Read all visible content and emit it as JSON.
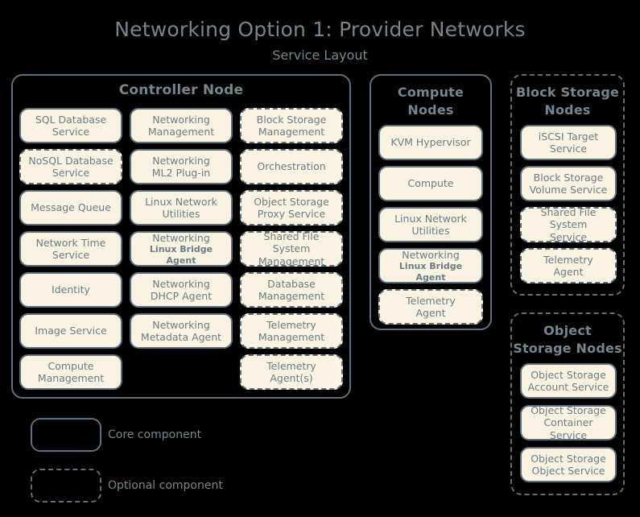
{
  "header": {
    "title": "Networking Option 1: Provider Networks",
    "subtitle": "Service Layout"
  },
  "colors": {
    "background": "#000000",
    "box_fill": "#fbf3e2",
    "stroke": "#5d707b",
    "text": "#6a7d88",
    "heading_text": "#76868f"
  },
  "panels": {
    "controller": {
      "title": "Controller Node",
      "style": "core",
      "columns": [
        {
          "items": [
            {
              "line1": "SQL Database",
              "line2": "Service",
              "style": "core"
            },
            {
              "line1": "NoSQL Database",
              "line2": "Service",
              "style": "optional"
            },
            {
              "line1": "Message Queue",
              "line2": "",
              "style": "core"
            },
            {
              "line1": "Network Time",
              "line2": "Service",
              "style": "core"
            },
            {
              "line1": "Identity",
              "line2": "",
              "style": "core"
            },
            {
              "line1": "Image Service",
              "line2": "",
              "style": "core"
            },
            {
              "line1": "Compute",
              "line2": "Management",
              "style": "core"
            }
          ]
        },
        {
          "items": [
            {
              "line1": "Networking",
              "line2": "Management",
              "style": "core"
            },
            {
              "line1": "Networking",
              "line2": "ML2 Plug-in",
              "style": "core"
            },
            {
              "line1": "Linux Network",
              "line2": "Utilities",
              "style": "core"
            },
            {
              "line1": "Networking",
              "line2": "Linux Bridge Agent",
              "style": "core",
              "small_second_line": true
            },
            {
              "line1": "Networking",
              "line2": "DHCP Agent",
              "style": "core"
            },
            {
              "line1": "Networking",
              "line2": "Metadata Agent",
              "style": "core"
            }
          ]
        },
        {
          "items": [
            {
              "line1": "Block Storage",
              "line2": "Management",
              "style": "optional"
            },
            {
              "line1": "Orchestration",
              "line2": "",
              "style": "optional"
            },
            {
              "line1": "Object Storage",
              "line2": "Proxy Service",
              "style": "optional"
            },
            {
              "line1": "Shared File System",
              "line2": "Management",
              "style": "optional"
            },
            {
              "line1": "Database",
              "line2": "Management",
              "style": "optional"
            },
            {
              "line1": "Telemetry",
              "line2": "Management",
              "style": "optional"
            },
            {
              "line1": "Telemetry",
              "line2": "Agent(s)",
              "style": "optional"
            }
          ]
        }
      ]
    },
    "compute": {
      "title_line1": "Compute",
      "title_line2": "Nodes",
      "style": "core",
      "items": [
        {
          "line1": "KVM Hypervisor",
          "line2": "",
          "style": "core"
        },
        {
          "line1": "Compute",
          "line2": "",
          "style": "core"
        },
        {
          "line1": "Linux Network",
          "line2": "Utilities",
          "style": "core"
        },
        {
          "line1": "Networking",
          "line2": "Linux Bridge Agent",
          "style": "core",
          "small_second_line": true
        },
        {
          "line1": "Telemetry",
          "line2": "Agent",
          "style": "optional"
        }
      ]
    },
    "block_storage": {
      "title_line1": "Block Storage",
      "title_line2": "Nodes",
      "style": "optional",
      "items": [
        {
          "line1": "iSCSI Target",
          "line2": "Service",
          "style": "core"
        },
        {
          "line1": "Block Storage",
          "line2": "Volume Service",
          "style": "core"
        },
        {
          "line1": "Shared File System",
          "line2": "Service",
          "style": "optional"
        },
        {
          "line1": "Telemetry",
          "line2": "Agent",
          "style": "optional"
        }
      ]
    },
    "object_storage": {
      "title_line1": "Object",
      "title_line2": "Storage Nodes",
      "style": "optional",
      "items": [
        {
          "line1": "Object Storage",
          "line2": "Account Service",
          "style": "core"
        },
        {
          "line1": "Object Storage",
          "line2": "Container Service",
          "style": "core"
        },
        {
          "line1": "Object Storage",
          "line2": "Object Service",
          "style": "core"
        }
      ]
    }
  },
  "legend": {
    "core_label": "Core component",
    "optional_label": "Optional component"
  }
}
